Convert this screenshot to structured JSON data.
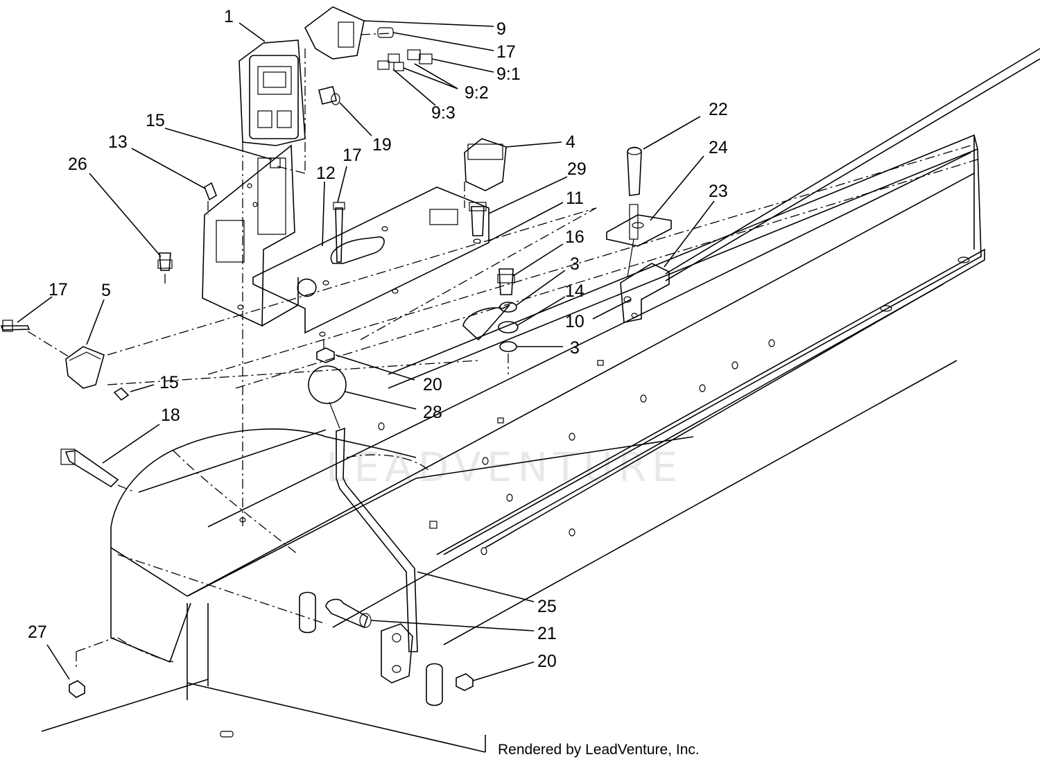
{
  "footer": {
    "credit": "Rendered by LeadVenture, Inc."
  },
  "watermark": {
    "text": "LEADVENTURE"
  },
  "labels": [
    {
      "text": "1",
      "id": "label-1"
    },
    {
      "text": "9",
      "id": "label-9"
    },
    {
      "text": "17",
      "id": "label-17-top"
    },
    {
      "text": "9:1",
      "id": "label-9-1"
    },
    {
      "text": "9:2",
      "id": "label-9-2"
    },
    {
      "text": "9:3",
      "id": "label-9-3"
    },
    {
      "text": "19",
      "id": "label-19"
    },
    {
      "text": "15",
      "id": "label-15-top"
    },
    {
      "text": "13",
      "id": "label-13"
    },
    {
      "text": "26",
      "id": "label-26"
    },
    {
      "text": "12",
      "id": "label-12"
    },
    {
      "text": "17",
      "id": "label-17-mid"
    },
    {
      "text": "4",
      "id": "label-4"
    },
    {
      "text": "29",
      "id": "label-29"
    },
    {
      "text": "11",
      "id": "label-11"
    },
    {
      "text": "22",
      "id": "label-22"
    },
    {
      "text": "24",
      "id": "label-24"
    },
    {
      "text": "23",
      "id": "label-23"
    },
    {
      "text": "16",
      "id": "label-16"
    },
    {
      "text": "3",
      "id": "label-3-top"
    },
    {
      "text": "14",
      "id": "label-14"
    },
    {
      "text": "10",
      "id": "label-10"
    },
    {
      "text": "3",
      "id": "label-3-bottom"
    },
    {
      "text": "17",
      "id": "label-17-left"
    },
    {
      "text": "5",
      "id": "label-5"
    },
    {
      "text": "15",
      "id": "label-15-bottom"
    },
    {
      "text": "20",
      "id": "label-20-top"
    },
    {
      "text": "28",
      "id": "label-28"
    },
    {
      "text": "18",
      "id": "label-18"
    },
    {
      "text": "25",
      "id": "label-25"
    },
    {
      "text": "21",
      "id": "label-21"
    },
    {
      "text": "20",
      "id": "label-20-bottom"
    },
    {
      "text": "27",
      "id": "label-27"
    }
  ]
}
